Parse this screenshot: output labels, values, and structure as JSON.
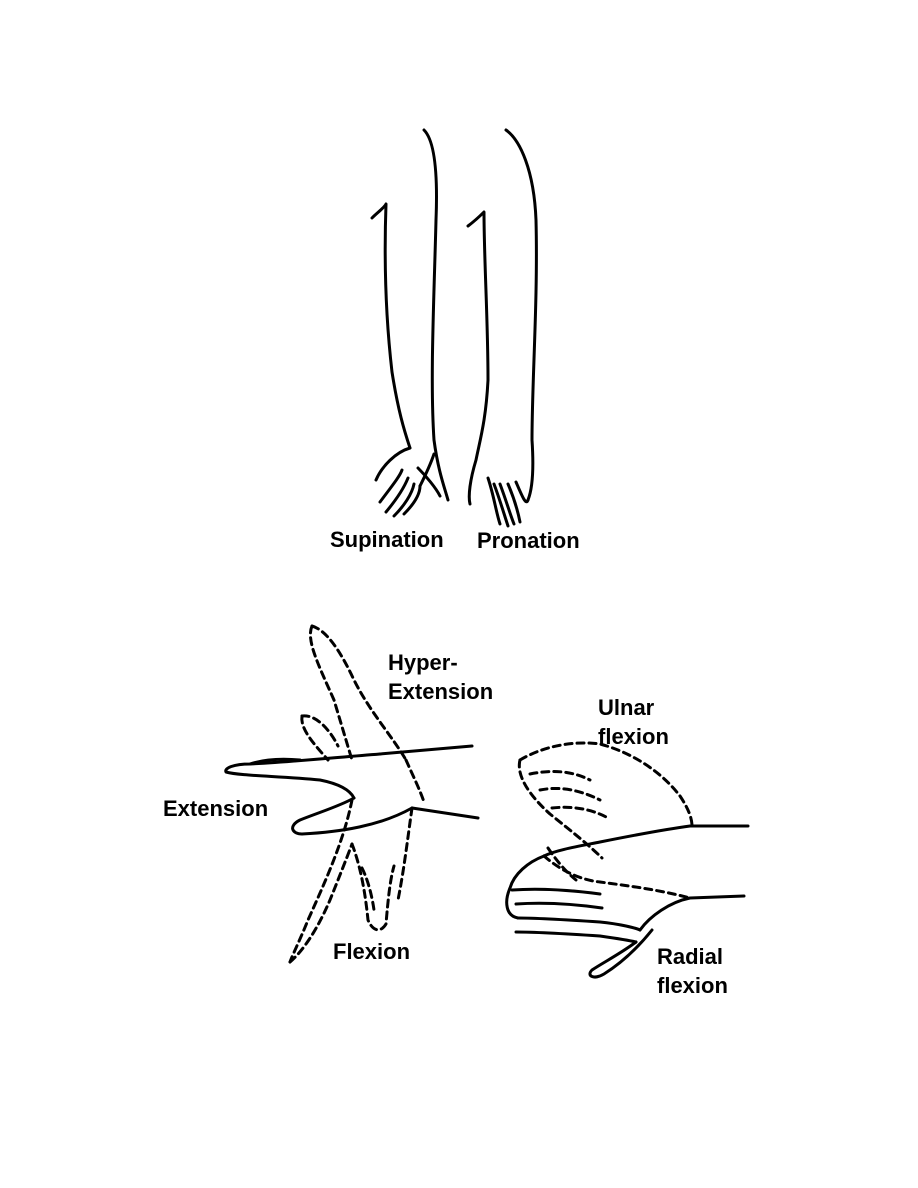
{
  "top_figure": {
    "labels": {
      "supination": "Supination",
      "pronation": "Pronation"
    }
  },
  "bottom_left_figure": {
    "labels": {
      "hyper_line1": "Hyper-",
      "hyper_line2": "Extension",
      "extension": "Extension",
      "flexion": "Flexion"
    }
  },
  "bottom_right_figure": {
    "labels": {
      "ulnar_line1": "Ulnar",
      "ulnar_line2": "flexion",
      "radial_line1": "Radial",
      "radial_line2": "flexion"
    }
  }
}
